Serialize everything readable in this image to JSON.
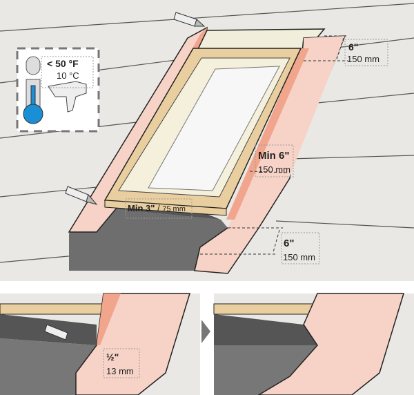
{
  "temperature": {
    "fahrenheit": "< 50 °F",
    "celsius": "10 °C"
  },
  "head_overlap": {
    "imperial": "6\"",
    "metric": "150 mm"
  },
  "side_overlap": {
    "imperial": "Min 6\"",
    "metric": "150 mm"
  },
  "sill_overlap": {
    "imperial": "Min 3\"",
    "separator": " / ",
    "metric": "75 mm"
  },
  "bottom_overlap": {
    "imperial": "6\"",
    "metric": "150 mm"
  },
  "cut_detail": {
    "imperial": "½\"",
    "metric": "13 mm"
  },
  "colors": {
    "membrane": "#f6d3c6",
    "membrane_edge": "#f0a58c",
    "underlayment": "#6e6e6e",
    "thermo_blue": "#1a8fd6",
    "roof": "#e9e8e4"
  }
}
